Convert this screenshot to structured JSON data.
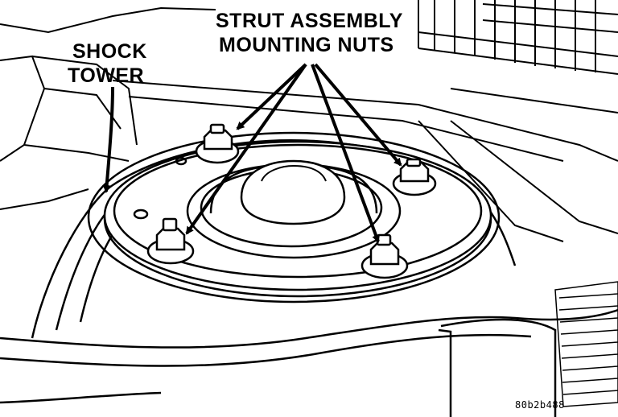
{
  "callouts": {
    "shock_tower": [
      "SHOCK",
      "TOWER"
    ],
    "strut_nuts": [
      "STRUT ASSEMBLY",
      "MOUNTING NUTS"
    ]
  },
  "figure_code": "80b2b488",
  "colors": {
    "ink": "#000000",
    "paper": "#ffffff"
  }
}
